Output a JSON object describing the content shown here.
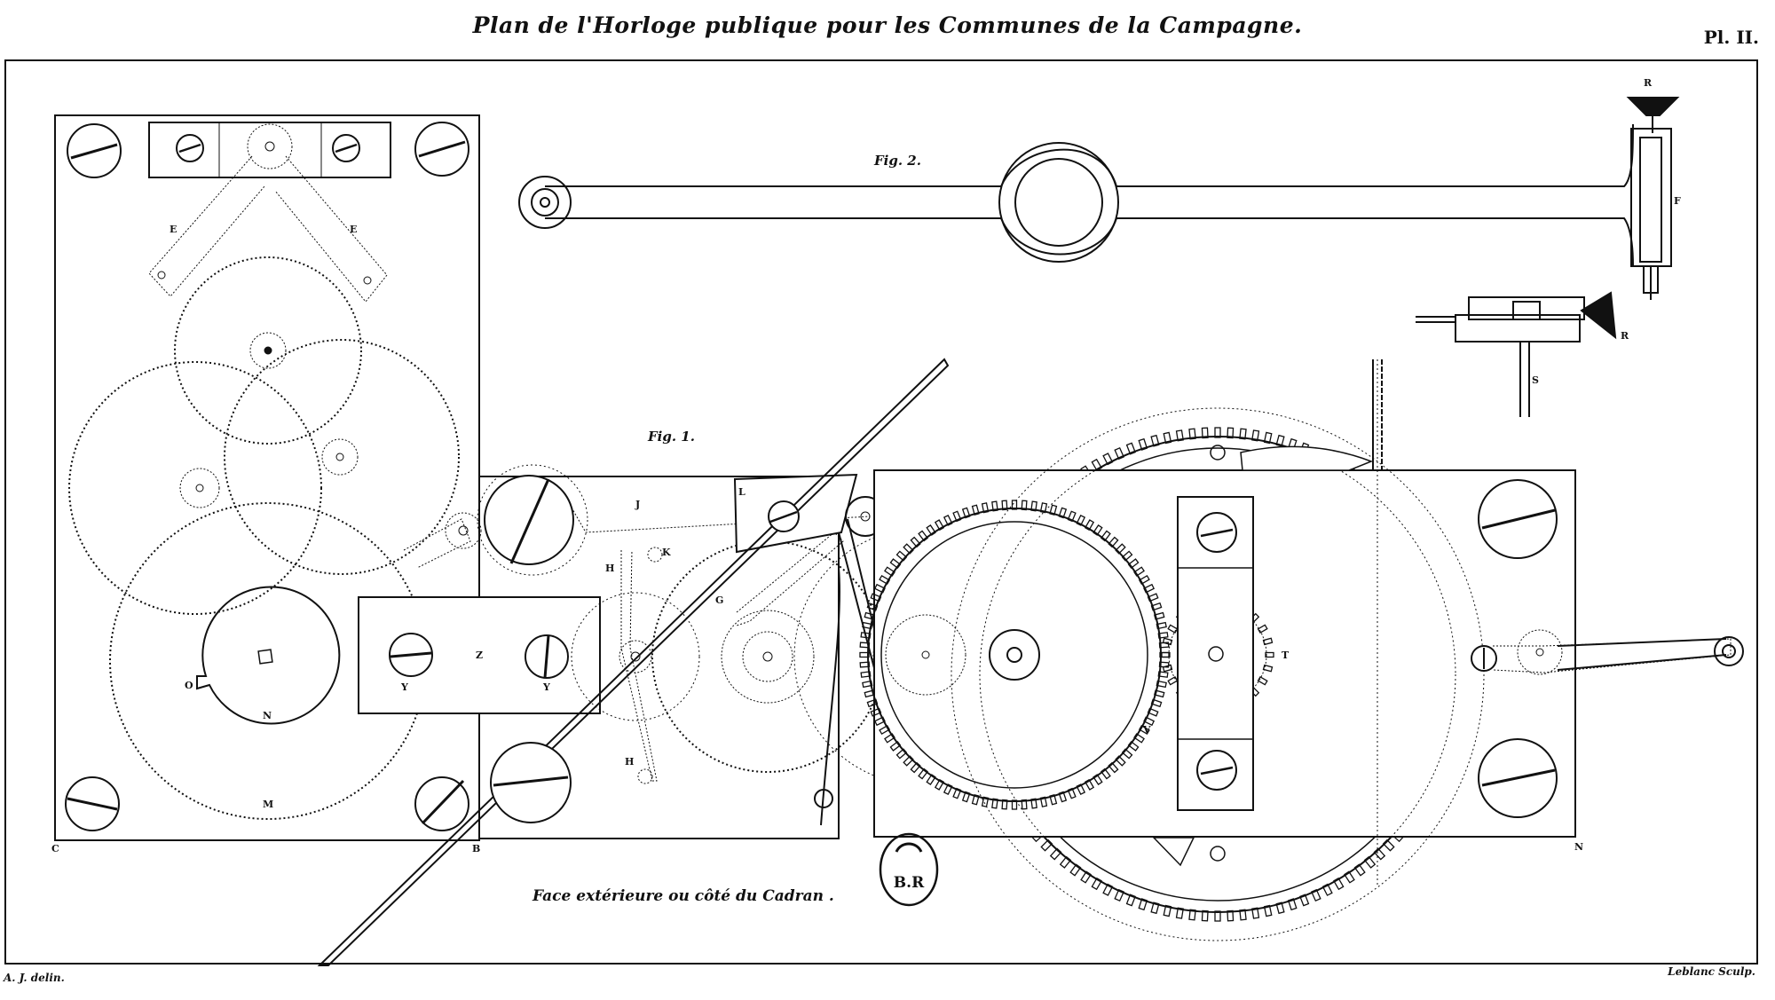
{
  "title": "Plan de l'Horloge publique pour les Communes de la Campagne.",
  "plate_number": "Pl. II.",
  "caption": "Face extérieure ou côté du Cadran .",
  "credit_left": "A. J. delin.",
  "credit_right": "Leblanc Sculp.",
  "figures": {
    "fig1": "Fig. 1.",
    "fig2": "Fig. 2."
  },
  "stamp": "B.R",
  "part_labels": {
    "E1": "E",
    "E2": "E",
    "J": "J",
    "K": "K",
    "H1": "H",
    "H2": "H",
    "L": "L",
    "G": "G",
    "O": "O",
    "N": "N",
    "M": "M",
    "Y1": "Y",
    "Y2": "Y",
    "Z": "Z",
    "T": "T",
    "V": "V",
    "R1": "R",
    "R2": "R",
    "F": "F",
    "S": "S",
    "C": "C",
    "B": "B",
    "N2": "N"
  }
}
